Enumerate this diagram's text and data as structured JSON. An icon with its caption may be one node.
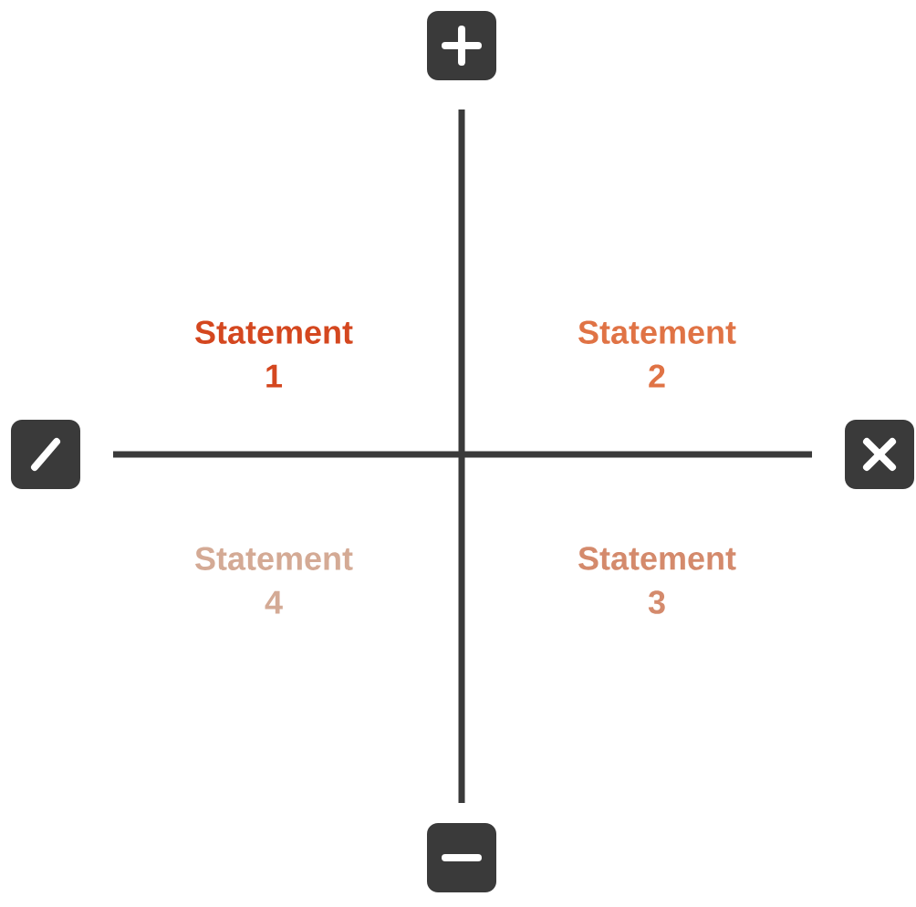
{
  "diagram": {
    "labels": [
      "Statement 1",
      "Statement 2",
      "Statement 4",
      "Statement 3"
    ]
  }
}
